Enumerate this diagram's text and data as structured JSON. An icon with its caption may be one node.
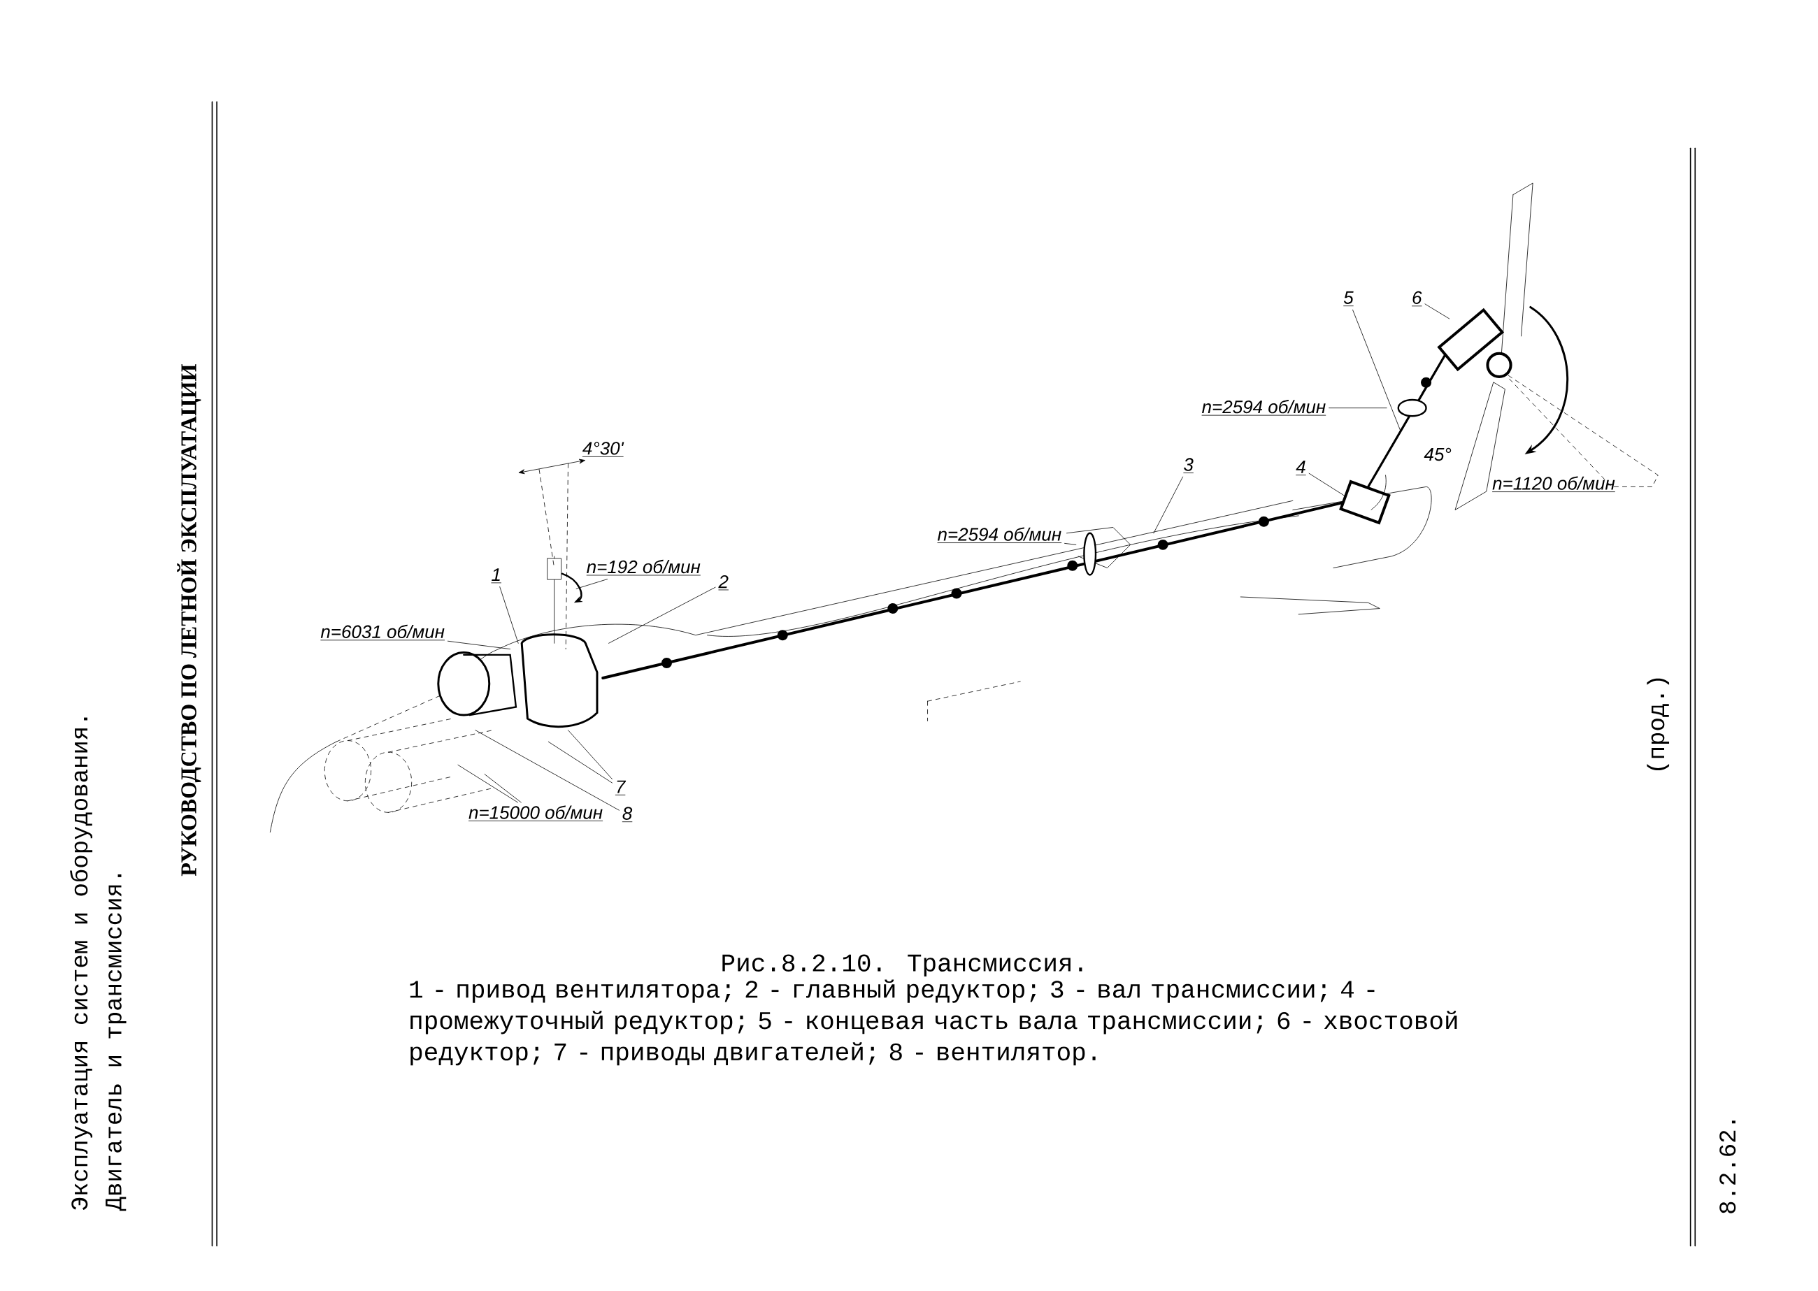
{
  "diagram": {
    "title": "Рис.8.2.10. Трансмиссия.",
    "caption": "1 - привод вентилятора; 2 - главный редуктор; 3 - вал трансмиссии; 4 - промежуточный редуктор; 5 - концевая часть вала трансмиссии; 6 - хвостовой редуктор; 7 - приводы двигателей; 8 - вентилятор.",
    "nodes": [
      {
        "text": [
          "5"
        ]
      },
      {
        "text": [
          "6"
        ]
      },
      {
        "text": [
          "n=2594 об/мин"
        ]
      },
      {
        "text": [
          "3"
        ]
      },
      {
        "text": [
          "4"
        ]
      },
      {
        "text": [
          "n=2594 об/мин"
        ]
      },
      {
        "text": [
          "n=192 об/мин"
        ]
      },
      {
        "text": [
          "1"
        ]
      },
      {
        "text": [
          "2"
        ]
      },
      {
        "text": [
          "n=6031 об/мин"
        ]
      },
      {
        "text": [
          "7"
        ]
      },
      {
        "text": [
          "n=15000 об/мин"
        ]
      },
      {
        "text": [
          "8"
        ]
      }
    ],
    "edges": [
      {
        "from": 0,
        "to": null,
        "arrow": "none"
      },
      {
        "from": 1,
        "to": null,
        "arrow": "none"
      },
      {
        "from": 2,
        "to": null,
        "arrow": "none"
      },
      {
        "from": 3,
        "to": null,
        "arrow": "none"
      },
      {
        "from": 4,
        "to": null,
        "arrow": "none"
      },
      {
        "from": 5,
        "to": null,
        "arrow": "none"
      },
      {
        "from": 6,
        "to": null,
        "arrow": "none"
      },
      {
        "from": 7,
        "to": null,
        "arrow": "none"
      },
      {
        "from": 8,
        "to": null,
        "arrow": "none"
      },
      {
        "from": 9,
        "to": null,
        "arrow": "none"
      },
      {
        "from": 10,
        "to": null,
        "arrow": "none"
      },
      {
        "from": 10,
        "to": null,
        "arrow": "none"
      },
      {
        "from": 11,
        "to": null,
        "arrow": "none"
      },
      {
        "from": 11,
        "to": null,
        "arrow": "none"
      },
      {
        "from": 12,
        "to": null,
        "arrow": "none"
      }
    ],
    "labels": [
      "Эксплуатация систем и оборудования.",
      "Двигатель и трансмиссия.",
      "РУКОВОДСТВО ПО ЛЕТНОЙ ЭКСПЛУАТАЦИИ",
      "4°30'",
      "45°",
      "n=1120 об/мин",
      "(прод.)",
      "8.2.62."
    ]
  }
}
